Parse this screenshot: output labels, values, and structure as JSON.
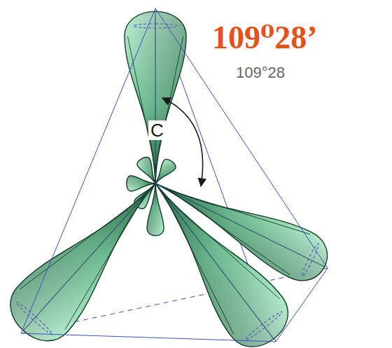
{
  "diagram": {
    "labels": [
      "C",
      "109⁰28’",
      "109°28"
    ]
  }
}
